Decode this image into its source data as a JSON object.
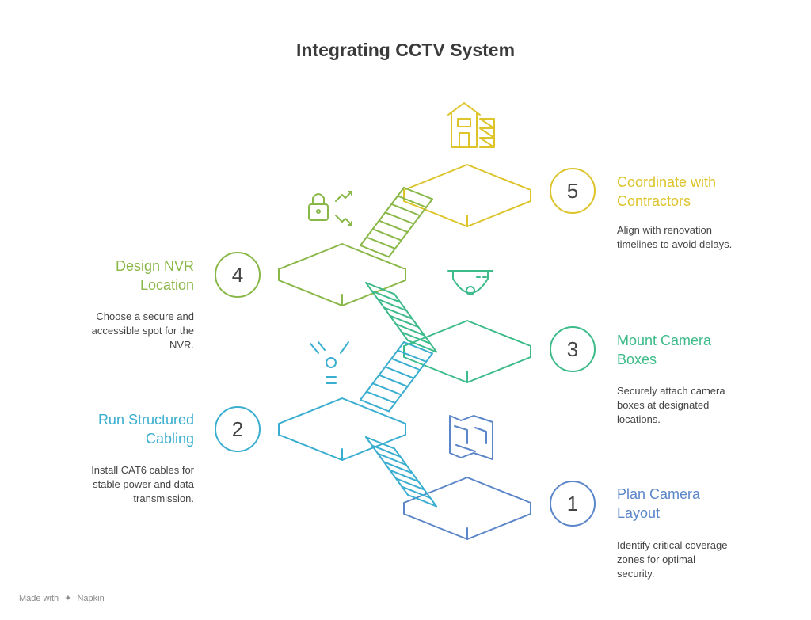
{
  "title": "Integrating CCTV System",
  "steps": [
    {
      "number": "1",
      "title_line1": "Plan Camera",
      "title_line2": "Layout",
      "desc_lines": [
        "Identify critical coverage",
        "zones for optimal",
        "security."
      ],
      "color": "#5b86c9",
      "icon": "floor-plan-icon"
    },
    {
      "number": "2",
      "title_line1": "Run Structured",
      "title_line2": "Cabling",
      "desc_lines": [
        "Install CAT6 cables for",
        "stable power and data",
        "transmission."
      ],
      "color": "#3aaed0",
      "icon": "network-signal-icon"
    },
    {
      "number": "3",
      "title_line1": "Mount Camera",
      "title_line2": "Boxes",
      "desc_lines": [
        "Securely attach camera",
        "boxes at designated",
        "locations."
      ],
      "color": "#3dbb8a",
      "icon": "dome-camera-icon"
    },
    {
      "number": "4",
      "title_line1": "Design NVR",
      "title_line2": "Location",
      "desc_lines": [
        "Choose a secure and",
        "accessible spot for the",
        "NVR."
      ],
      "color": "#8ab848",
      "icon": "lock-access-icon"
    },
    {
      "number": "5",
      "title_line1": "Coordinate with",
      "title_line2": "Contractors",
      "desc_lines": [
        "Align with renovation",
        "timelines to avoid delays."
      ],
      "color": "#dcc42a",
      "icon": "construction-house-icon"
    }
  ],
  "footer": {
    "made_with": "Made with",
    "brand": "Napkin"
  }
}
